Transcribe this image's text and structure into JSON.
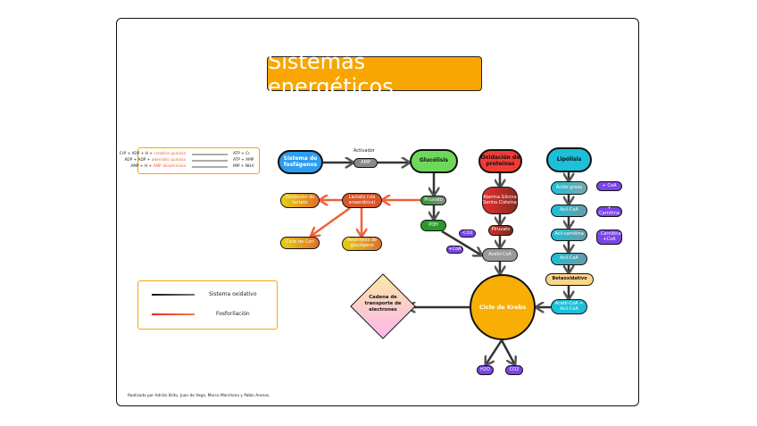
{
  "title": "Sistemas energéticos",
  "formulas": [
    {
      "left": "CrP + ADP + H + ",
      "enzyme": "creatina quinasa",
      "right": "ATP + Cr"
    },
    {
      "left": "ADP + ADP + ",
      "enzyme": "adenilato quinasa",
      "right": "ATP + AMP"
    },
    {
      "left": "AMP + H + ",
      "enzyme": "AMP desaminasa",
      "right": "IMP + NH4"
    }
  ],
  "activator_label": "Activador",
  "nodes": {
    "fosfagenos": "Sistema de fosfágenos",
    "amp": "AMP",
    "glucolisis": "Glucólisis",
    "oxidacion_proteinas": "Oxidación de proteínas",
    "lipolisis": "Lipólisis",
    "piruvato_gluc": "Piruvato",
    "pdh": "PDH",
    "lactato": "Lactato (vía anaeróbica)",
    "oxidacion_lactato": "Oxidación de lactato",
    "ciclo_cori": "Ciclo de Cori",
    "resintesis": "Resíntesis de glucógeno",
    "aminoacidos": "Alanina Glicina Serina Cisteína",
    "piruvato_prot": "Piruvato",
    "acetil_coa": "Acetil-CoA",
    "minus_co2": "-CO2",
    "plus_coa_left": "+CoA",
    "acido_graso": "Ácido graso",
    "acil_coa_1": "Acil-CoA",
    "acil_carnitina": "Acil-carnitina",
    "acil_coa_2": "Acil-CoA",
    "plus_coa_right": "+ CoA",
    "plus_carnitina": "+ Carnitina",
    "carnitina_coa": "- Carnitina +CoA",
    "betaoxidativo": "Betaoxidativo",
    "acetil_acil": "Acetil-CoA + Acil-CoA",
    "krebs": "Ciclo de Krebs",
    "cadena": "Cadena de transporte de electrones",
    "h2o": "H2O",
    "co2": "CO2"
  },
  "legend": [
    {
      "label": "Sistema oxidativo",
      "color": "#222222"
    },
    {
      "label": "Fosforilación",
      "color": "#f0603a"
    }
  ],
  "footer": "Realizado por Adrián Brito, Juan de Vega, Marco Marchena y Pablo Arenas.",
  "colors": {
    "accent": "#f9a602",
    "oxidative": "#555555",
    "phosphorylation": "#f0603a"
  }
}
